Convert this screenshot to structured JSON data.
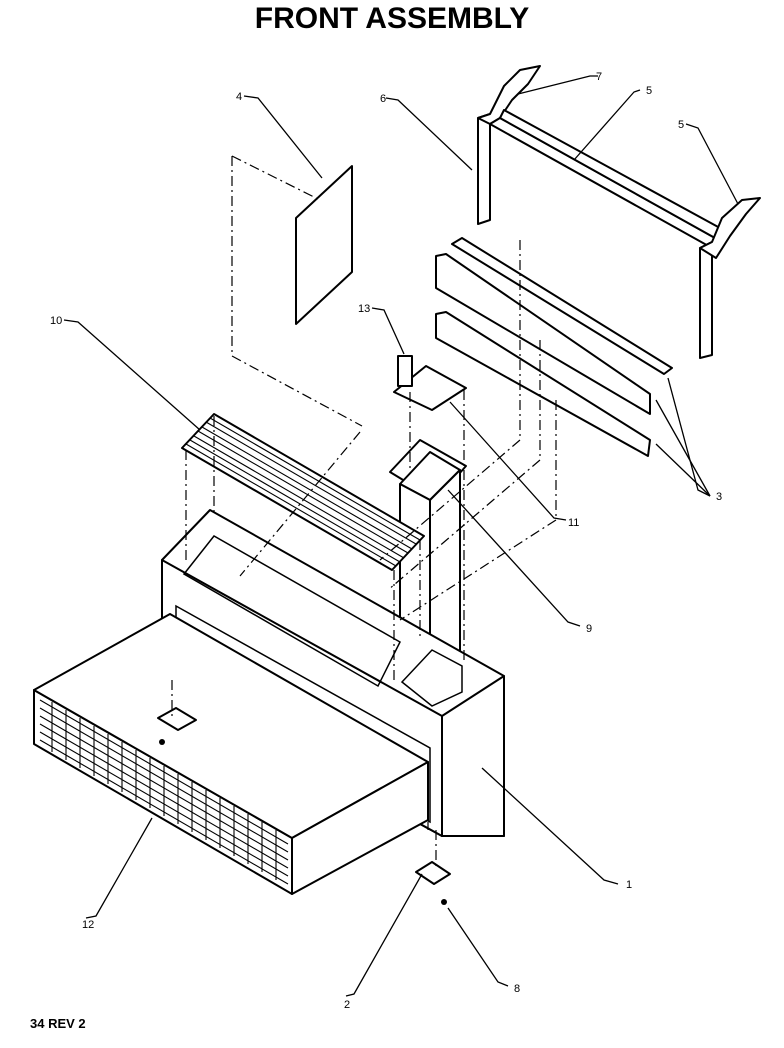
{
  "title": "FRONT ASSEMBLY",
  "footer": "34 REV 2",
  "callouts": {
    "c1": "1",
    "c2": "2",
    "c3": "3",
    "c4": "4",
    "c5a": "5",
    "c5b": "5",
    "c6": "6",
    "c7": "7",
    "c8": "8",
    "c9": "9",
    "c10": "10",
    "c11": "11",
    "c12": "12",
    "c13": "13"
  }
}
